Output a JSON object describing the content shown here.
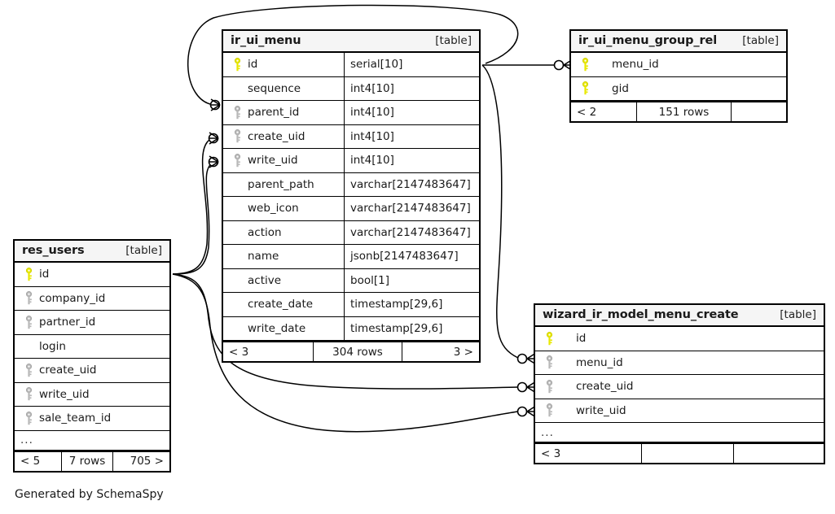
{
  "diagram": {
    "title": "SchemaSpy relationship diagram",
    "credit": "Generated by SchemaSpy",
    "table_tag": "[table]",
    "ellipsis": "...",
    "colors": {
      "primary_key": "#e8e800",
      "foreign_key": "#b0b0b0",
      "header_bg": "#f5f5f5",
      "border": "#000000",
      "background": "#ffffff",
      "text": "#1a1a1a"
    }
  },
  "tables": [
    {
      "id": "ir_ui_menu",
      "name": "ir_ui_menu",
      "tag": "[table]",
      "show_types": true,
      "columns": [
        {
          "name": "id",
          "type": "serial[10]",
          "key": "primary"
        },
        {
          "name": "sequence",
          "type": "int4[10]",
          "key": "none"
        },
        {
          "name": "parent_id",
          "type": "int4[10]",
          "key": "foreign"
        },
        {
          "name": "create_uid",
          "type": "int4[10]",
          "key": "foreign"
        },
        {
          "name": "write_uid",
          "type": "int4[10]",
          "key": "foreign"
        },
        {
          "name": "parent_path",
          "type": "varchar[2147483647]",
          "key": "none"
        },
        {
          "name": "web_icon",
          "type": "varchar[2147483647]",
          "key": "none"
        },
        {
          "name": "action",
          "type": "varchar[2147483647]",
          "key": "none"
        },
        {
          "name": "name",
          "type": "jsonb[2147483647]",
          "key": "none"
        },
        {
          "name": "active",
          "type": "bool[1]",
          "key": "none"
        },
        {
          "name": "create_date",
          "type": "timestamp[29,6]",
          "key": "none"
        },
        {
          "name": "write_date",
          "type": "timestamp[29,6]",
          "key": "none"
        }
      ],
      "has_ellipsis": false,
      "footer": {
        "left": "< 3",
        "center": "304 rows",
        "right": "3 >"
      }
    },
    {
      "id": "res_users",
      "name": "res_users",
      "tag": "[table]",
      "show_types": false,
      "columns": [
        {
          "name": "id",
          "type": "",
          "key": "primary"
        },
        {
          "name": "company_id",
          "type": "",
          "key": "foreign"
        },
        {
          "name": "partner_id",
          "type": "",
          "key": "foreign"
        },
        {
          "name": "login",
          "type": "",
          "key": "none"
        },
        {
          "name": "create_uid",
          "type": "",
          "key": "foreign"
        },
        {
          "name": "write_uid",
          "type": "",
          "key": "foreign"
        },
        {
          "name": "sale_team_id",
          "type": "",
          "key": "foreign"
        }
      ],
      "has_ellipsis": true,
      "footer": {
        "left": "< 5",
        "center": "7 rows",
        "right": "705 >"
      }
    },
    {
      "id": "ir_ui_menu_group_rel",
      "name": "ir_ui_menu_group_rel",
      "tag": "[table]",
      "show_types": false,
      "wide_indent": true,
      "columns": [
        {
          "name": "menu_id",
          "type": "",
          "key": "primary"
        },
        {
          "name": "gid",
          "type": "",
          "key": "primary"
        }
      ],
      "has_ellipsis": false,
      "footer": {
        "left": "< 2",
        "center": "151 rows",
        "right": ""
      }
    },
    {
      "id": "wizard_ir_model_menu_create",
      "name": "wizard_ir_model_menu_create",
      "tag": "[table]",
      "show_types": false,
      "wide_indent": true,
      "columns": [
        {
          "name": "id",
          "type": "",
          "key": "primary"
        },
        {
          "name": "menu_id",
          "type": "",
          "key": "foreign"
        },
        {
          "name": "create_uid",
          "type": "",
          "key": "foreign"
        },
        {
          "name": "write_uid",
          "type": "",
          "key": "foreign"
        }
      ],
      "has_ellipsis": true,
      "footer": {
        "left": "< 3",
        "center": "",
        "right": ""
      }
    }
  ],
  "relationships": [
    {
      "from_table": "ir_ui_menu",
      "from_column": "parent_id",
      "to_table": "ir_ui_menu",
      "to_column": "id"
    },
    {
      "from_table": "ir_ui_menu",
      "from_column": "create_uid",
      "to_table": "res_users",
      "to_column": "id"
    },
    {
      "from_table": "ir_ui_menu",
      "from_column": "write_uid",
      "to_table": "res_users",
      "to_column": "id"
    },
    {
      "from_table": "ir_ui_menu_group_rel",
      "from_column": "menu_id",
      "to_table": "ir_ui_menu",
      "to_column": "id"
    },
    {
      "from_table": "wizard_ir_model_menu_create",
      "from_column": "menu_id",
      "to_table": "ir_ui_menu",
      "to_column": "id"
    },
    {
      "from_table": "wizard_ir_model_menu_create",
      "from_column": "create_uid",
      "to_table": "res_users",
      "to_column": "id"
    },
    {
      "from_table": "wizard_ir_model_menu_create",
      "from_column": "write_uid",
      "to_table": "res_users",
      "to_column": "id"
    }
  ]
}
